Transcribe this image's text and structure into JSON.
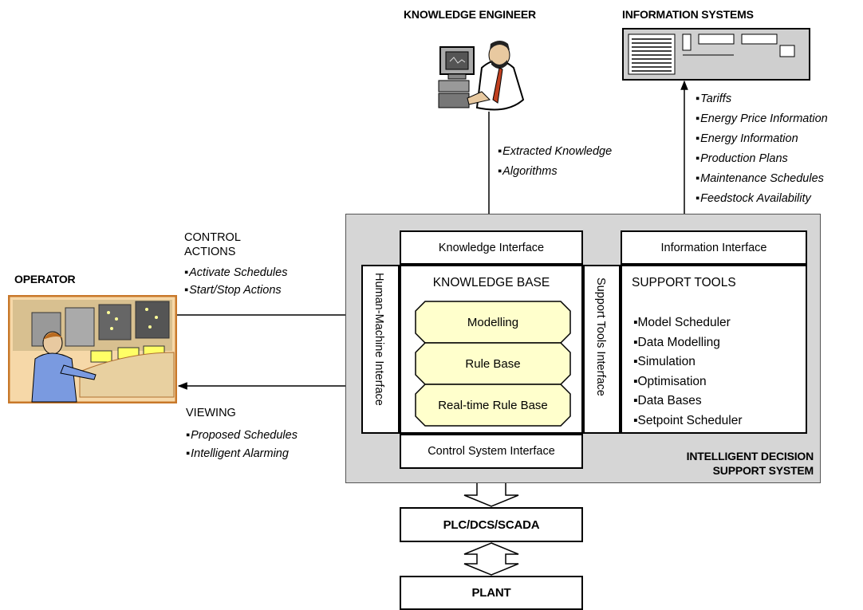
{
  "knowledge_engineer": {
    "title": "KNOWLEDGE ENGINEER",
    "flows": [
      "Extracted Knowledge",
      "Algorithms"
    ]
  },
  "information_systems": {
    "title": "INFORMATION SYSTEMS",
    "flows": [
      "Tariffs",
      "Energy Price Information",
      "Energy Information",
      "Production Plans",
      "Maintenance Schedules",
      "Feedstock Availability"
    ]
  },
  "operator": {
    "title": "OPERATOR",
    "control_actions": {
      "title_line1": "CONTROL",
      "title_line2": "ACTIONS",
      "items": [
        "Activate Schedules",
        "Start/Stop Actions"
      ]
    },
    "viewing": {
      "title": "VIEWING",
      "items": [
        "Proposed Schedules",
        "Intelligent Alarming"
      ]
    }
  },
  "idss": {
    "label_line1": "INTELLIGENT DECISION",
    "label_line2": "SUPPORT SYSTEM",
    "knowledge_interface": "Knowledge Interface",
    "information_interface": "Information Interface",
    "hmi": "Human-Machine Interface",
    "support_tools_interface": "Support Tools Interface",
    "control_system_interface": "Control System Interface",
    "knowledge_base": {
      "title": "KNOWLEDGE BASE",
      "items": [
        "Modelling",
        "Rule Base",
        "Real-time Rule Base"
      ]
    },
    "support_tools": {
      "title": "SUPPORT TOOLS",
      "items": [
        "Model Scheduler",
        "Data Modelling",
        "Simulation",
        "Optimisation",
        "Data Bases",
        "Setpoint Scheduler"
      ]
    }
  },
  "plc": "PLC/DCS/SCADA",
  "plant": "PLANT",
  "colors": {
    "idss_background": "#d6d6d6",
    "knowledge_item_fill": "#ffffcc",
    "operator_border": "#c8782a"
  }
}
